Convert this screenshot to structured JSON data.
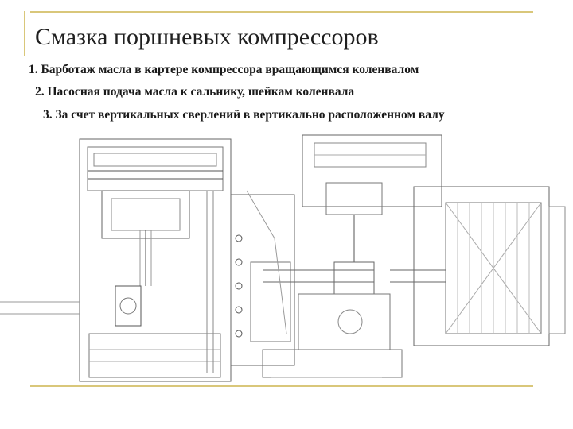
{
  "slide": {
    "title": "Смазка поршневых компрессоров",
    "points": [
      "1. Барботаж масла в картере компрессора вращающимся коленвалом",
      "2. Насосная подача масла к сальнику, шейкам коленвала",
      "3. За счет вертикальных сверлений в вертикально расположенном валу"
    ]
  },
  "colors": {
    "accent_frame": "#d9c77a",
    "text": "#1a1a1a",
    "drawing_line": "#555555"
  }
}
